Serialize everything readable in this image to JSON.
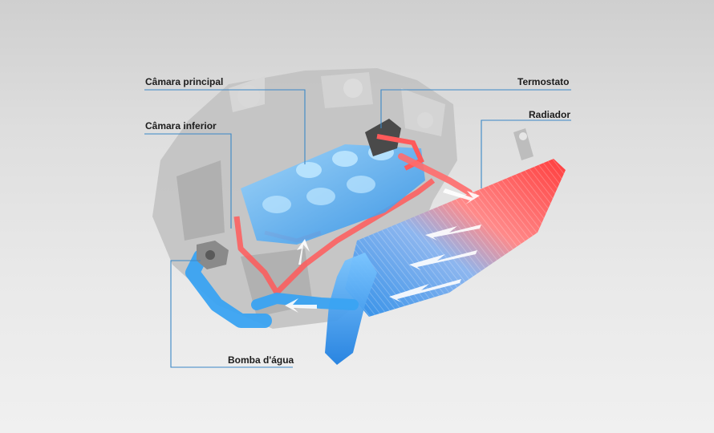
{
  "labels": {
    "camara_principal": "Câmara principal",
    "camara_inferior": "Câmara inferior",
    "termostato": "Termostato",
    "radiador": "Radiador",
    "bomba_agua": "Bomba d'água"
  },
  "colors": {
    "coolant_cold": "#2f9ff0",
    "coolant_hot": "#ff4a4a",
    "leader_line": "#3a88c6",
    "engine_gray": "#bdbdbd",
    "background": "#e6e6e6"
  }
}
